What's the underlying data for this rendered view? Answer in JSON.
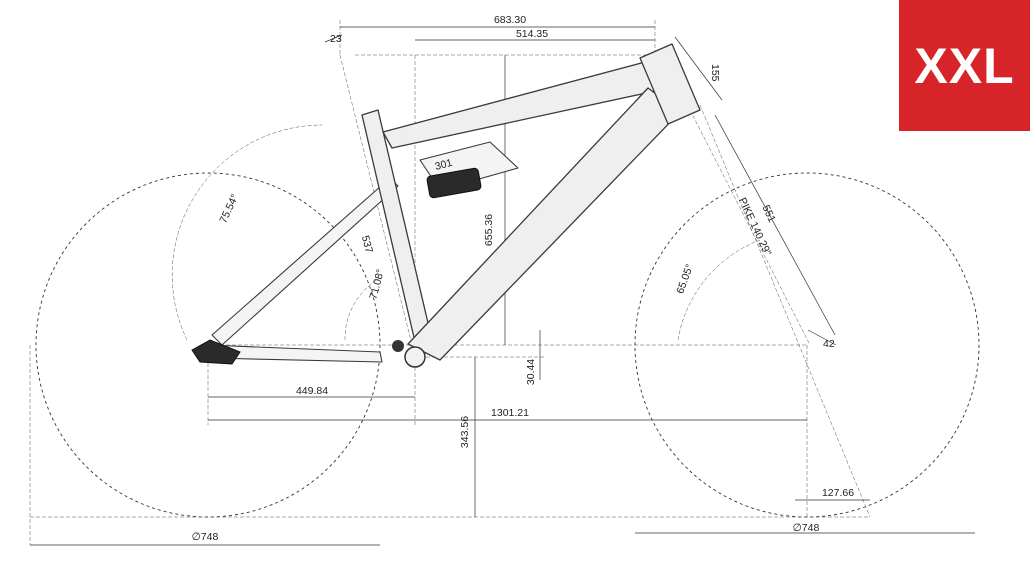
{
  "size_badge": {
    "label": "XXL",
    "color": "#d62429"
  },
  "dimensions": {
    "top_length": "683.30",
    "reach": "514.35",
    "head_tube": "155",
    "small_angle": "23",
    "stack": "655.36",
    "seat_tube_length": "537",
    "seat_angle": "71.08°",
    "seat_angle_effective": "75.54°",
    "fork_length": "551",
    "fork_model": "PIKE 140 29\"",
    "head_angle": "65.05°",
    "fork_offset": "42",
    "chainstay": "449.84",
    "wheelbase": "1301.21",
    "bb_drop": "30.44",
    "bb_height": "343.56",
    "trail": "127.66",
    "rear_wheel_diameter": "∅748",
    "front_wheel_diameter": "∅748"
  },
  "frame_marking": "301"
}
